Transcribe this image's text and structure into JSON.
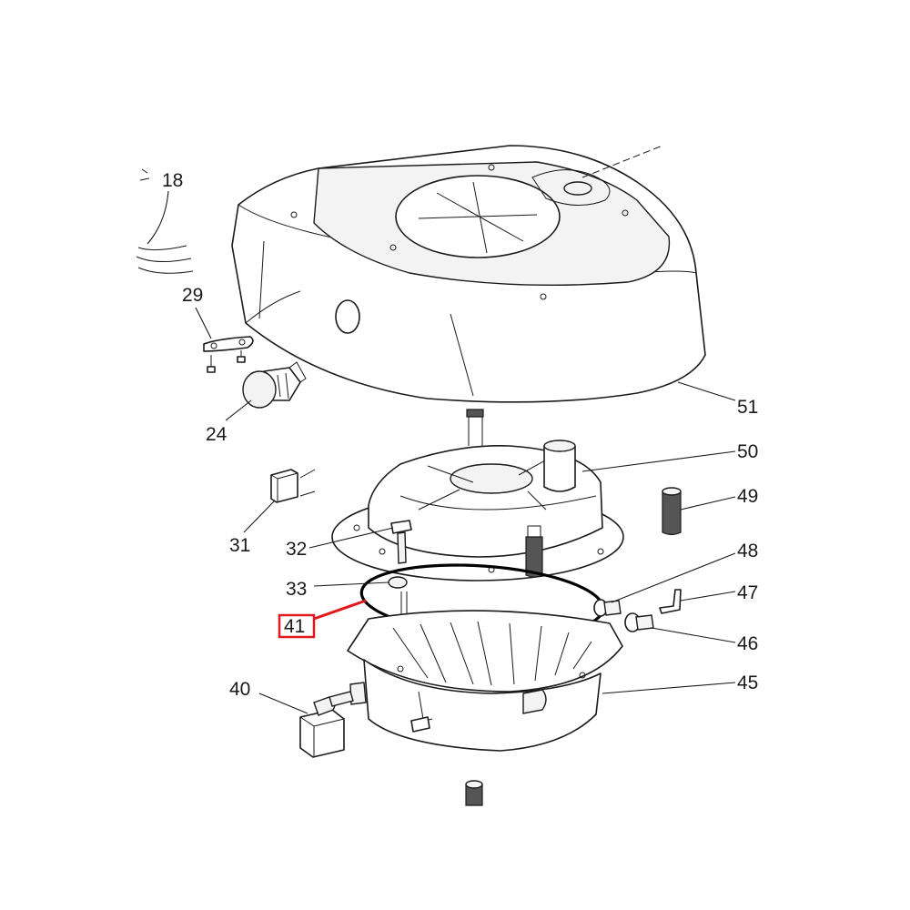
{
  "callouts": {
    "c18": "18",
    "c29": "29",
    "c24": "24",
    "c51": "51",
    "c50": "50",
    "c49": "49",
    "c31": "31",
    "c32": "32",
    "c48": "48",
    "c33": "33",
    "c47": "47",
    "c41": "41",
    "c46": "46",
    "c45": "45",
    "c40": "40"
  },
  "highlight": {
    "label": "41",
    "color": "#e0191c"
  }
}
